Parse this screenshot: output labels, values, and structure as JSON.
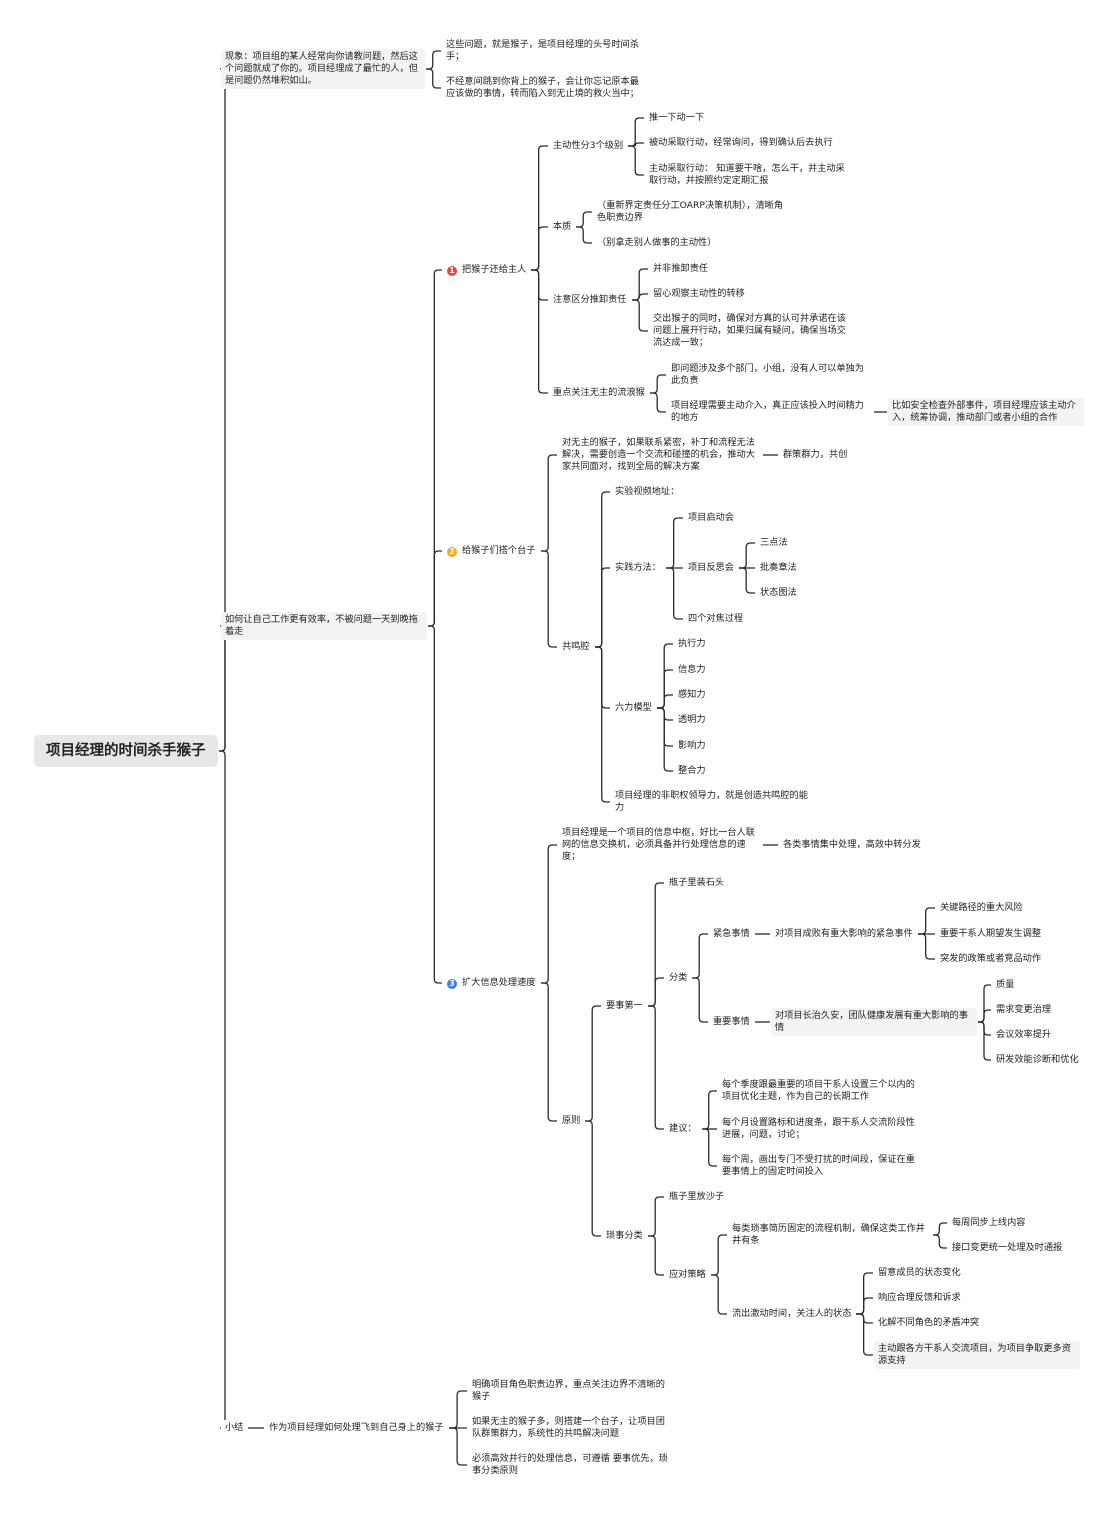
{
  "root": "项目经理的时间杀手猴子",
  "nodes": {
    "phenomenon": "现象：项目组的某人经常向你请教问题，然后这个问题就成了你的。项目经理成了最忙的人，但是问题仍然堆积如山。",
    "ph_1": "这些问题，就是猴子，是项目经理的头号时间杀手；",
    "ph_2": "不经意间跳到你背上的猴子，会让你忘记原本最应该做的事情，转而陷入到无止境的救火当中；",
    "how": "如何让自己工作更有效率，不被问题一天到晚拖着走",
    "s1": "把猴子还给主人",
    "s1_a": "主动性分3个级别",
    "s1_a1": "推一下动一下",
    "s1_a2": "被动采取行动，经常询问，得到确认后去执行",
    "s1_a3": "主动采取行动： 知道要干啥，怎么干，并主动采取行动，并按照约定定期汇报",
    "s1_b": "本质",
    "s1_b1": "（重新界定责任分工OARP决策机制），清晰角色职责边界",
    "s1_b2": "（别拿走别人做事的主动性）",
    "s1_c": "注意区分推卸责任",
    "s1_c1": "并非推卸责任",
    "s1_c2": "留心观察主动性的转移",
    "s1_c3": "交出猴子的同时，确保对方真的认可并承诺在该问题上展开行动，如果归属有疑问，确保当场交流达成一致；",
    "s1_d": "重点关注无主的流浪猴",
    "s1_d1": "即问题涉及多个部门，小组，没有人可以单独为此负责",
    "s1_d2": "项目经理需要主动介入，真正应该投入时间精力的地方",
    "s1_d2a": "比如安全检查外部事件，项目经理应该主动介入，统筹协调，推动部门或者小组的合作",
    "s2": "给猴子们搭个台子",
    "s2_a": "对无主的猴子，如果联系紧密，补丁和流程无法解决，需要创造一个交流和碰撞的机会，推动大家共同面对，找到全局的解决方案",
    "s2_a1": "群策群力，共创",
    "s2_b": "共鸣腔",
    "s2_b1": "实验视频地址：",
    "s2_b2": "实践方法：",
    "s2_b2a": "项目启动会",
    "s2_b2b": "项目反思会",
    "s2_b2b1": "三点法",
    "s2_b2b2": "批奏章法",
    "s2_b2b3": "状态图法",
    "s2_b2c": "四个对焦过程",
    "s2_b3": "六力模型",
    "s2_b3a": "执行力",
    "s2_b3b": "信息力",
    "s2_b3c": "感知力",
    "s2_b3d": "透明力",
    "s2_b3e": "影响力",
    "s2_b3f": "整合力",
    "s2_b4": "项目经理的非职权领导力，就是创造共鸣腔的能力",
    "s3": "扩大信息处理速度",
    "s3_a": "项目经理是一个项目的信息中枢，好比一台人联网的信息交换机，必须具备并行处理信息的速度；",
    "s3_a1": "各类事情集中处理，高效中转分发",
    "s3_b": "原则",
    "s3_b1": "要事第一",
    "s3_b1a": "瓶子里装石头",
    "s3_b1b": "分类",
    "s3_b1b1": "紧急事情",
    "s3_b1b1a": "对项目成败有重大影响的紧急事件",
    "s3_b1b1a1": "关键路径的重大风险",
    "s3_b1b1a2": "重要干系人期望发生调整",
    "s3_b1b1a3": "突发的政策或者竞品动作",
    "s3_b1b2": "重要事情",
    "s3_b1b2a": "对项目长治久安，团队健康发展有重大影响的事情",
    "s3_b1b2a1": "质量",
    "s3_b1b2a2": "需求变更治理",
    "s3_b1b2a3": "会议效率提升",
    "s3_b1b2a4": "研发效能诊断和优化",
    "s3_b1c": "建议：",
    "s3_b1c1": "每个季度跟最重要的项目干系人设置三个以内的项目优化主题，作为自己的长期工作",
    "s3_b1c2": "每个月设置路标和进度条，跟干系人交流阶段性进展，问题，讨论；",
    "s3_b1c3": "每个周，画出专门不受打扰的时间段，保证在重要事情上的固定时间投入",
    "s3_b2": "琐事分类",
    "s3_b2a": "瓶子里放沙子",
    "s3_b2b": "应对策略",
    "s3_b2b1": "每类琐事简历固定的流程机制，确保这类工作井井有条",
    "s3_b2b1a": "每周同步上线内容",
    "s3_b2b1b": "接口变更统一处理及时通报",
    "s3_b2b2": "流出激动时间，关注人的状态",
    "s3_b2b2a": "留意成员的状态变化",
    "s3_b2b2b": "响应合理反馈和诉求",
    "s3_b2b2c": "化解不同角色的矛盾冲突",
    "s3_b2b2d": "主动跟各方干系人交流项目，为项目争取更多资源支持",
    "summary": "小结",
    "summary_a": "作为项目经理如何处理飞到自己身上的猴子",
    "summary_a1": "明确项目角色职责边界，重点关注边界不清晰的猴子",
    "summary_a2": "如果无主的猴子多，则搭建一个台子，让项目团队群策群力，系统性的共鸣解决问题",
    "summary_a3": "必须高效并行的处理信息，可遵循 要事优先，琐事分类原则"
  },
  "badges": {
    "b1": "1",
    "b2": "2",
    "b3": "3"
  },
  "colors": {
    "line": "#2b2b2b",
    "node_bg": "#f3f3f3",
    "root_bg": "#e7e7e7",
    "badge_1": "#e5493a",
    "badge_2": "#f5a623",
    "badge_3": "#3e7be6"
  }
}
